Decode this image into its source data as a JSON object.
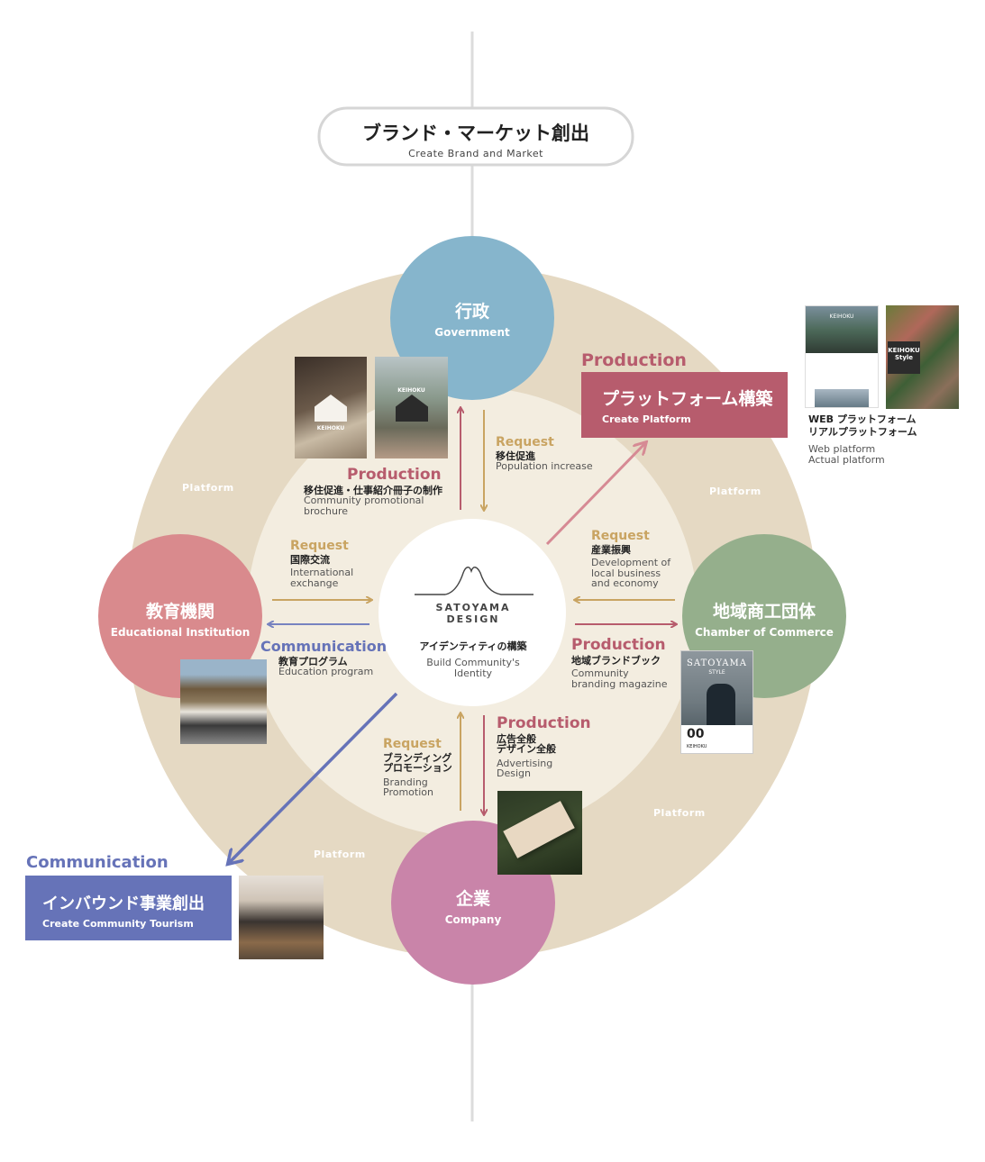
{
  "top": {
    "jp": "ブランド・マーケット創出",
    "en": "Create Brand and Market"
  },
  "center": {
    "logo_line1": "SATOYAMA",
    "logo_line2": "DESIGN",
    "jp": "アイデンティティの構築",
    "en_line1": "Build Community's",
    "en_line2": "Identity"
  },
  "nodes": {
    "government": {
      "jp": "行政",
      "en": "Government"
    },
    "education": {
      "jp": "教育機関",
      "en": "Educational Institution"
    },
    "commerce": {
      "jp": "地域商工団体",
      "en": "Chamber of Commerce"
    },
    "company": {
      "jp": "企業",
      "en": "Company"
    }
  },
  "platform_label": "Platform",
  "labels": {
    "gov_request": {
      "head": "Request",
      "jp": "移住促進",
      "en": [
        "Population increase"
      ]
    },
    "gov_production": {
      "head": "Production",
      "jp": "移住促進・仕事紹介冊子の制作",
      "en": [
        "Community promotional",
        "brochure"
      ]
    },
    "edu_request": {
      "head": "Request",
      "jp": "国際交流",
      "en": [
        "International",
        "exchange"
      ]
    },
    "edu_communication": {
      "head": "Communication",
      "jp": "教育プログラム",
      "en": [
        "Education program"
      ]
    },
    "com_request": {
      "head": "Request",
      "jp": "産業振興",
      "en": [
        "Development of",
        "local business",
        "and economy"
      ]
    },
    "com_production": {
      "head": "Production",
      "jp": "地域ブランドブック",
      "en": [
        "Community",
        "branding magazine"
      ]
    },
    "co_request": {
      "head": "Request",
      "jp": [
        "ブランディング",
        "プロモーション"
      ],
      "en": [
        "Branding",
        "Promotion"
      ]
    },
    "co_production": {
      "head": "Production",
      "jp": [
        "広告全般",
        "デザイン全般"
      ],
      "en": [
        "Advertising",
        "Design"
      ]
    }
  },
  "platform_box": {
    "head": "Production",
    "jp": "プラットフォーム構築",
    "en": "Create Platform",
    "side_jp": [
      "WEB プラットフォーム",
      "リアルプラットフォーム"
    ],
    "side_en": [
      "Web platform",
      "Actual platform"
    ]
  },
  "tourism_box": {
    "head": "Communication",
    "jp": "インバウンド事業創出",
    "en": "Create Community Tourism"
  },
  "magazine": {
    "title": "SATOYAMA",
    "sub": "STYLE",
    "num": "00",
    "place": "KEIHOKU"
  },
  "brochure": {
    "text": "KEIHOKU"
  },
  "web": {
    "text": "KEIHOKU",
    "book": "KEIHOKU",
    "book_sub": "Style"
  },
  "colors": {
    "ring": "#e5d9c3",
    "inner": "#f3ede0",
    "government": "#86b5cc",
    "education": "#d98a8d",
    "commerce": "#95af8c",
    "company": "#c984a9",
    "production": "#b75c6d",
    "request": "#c9a462",
    "communication": "#6673b8"
  }
}
